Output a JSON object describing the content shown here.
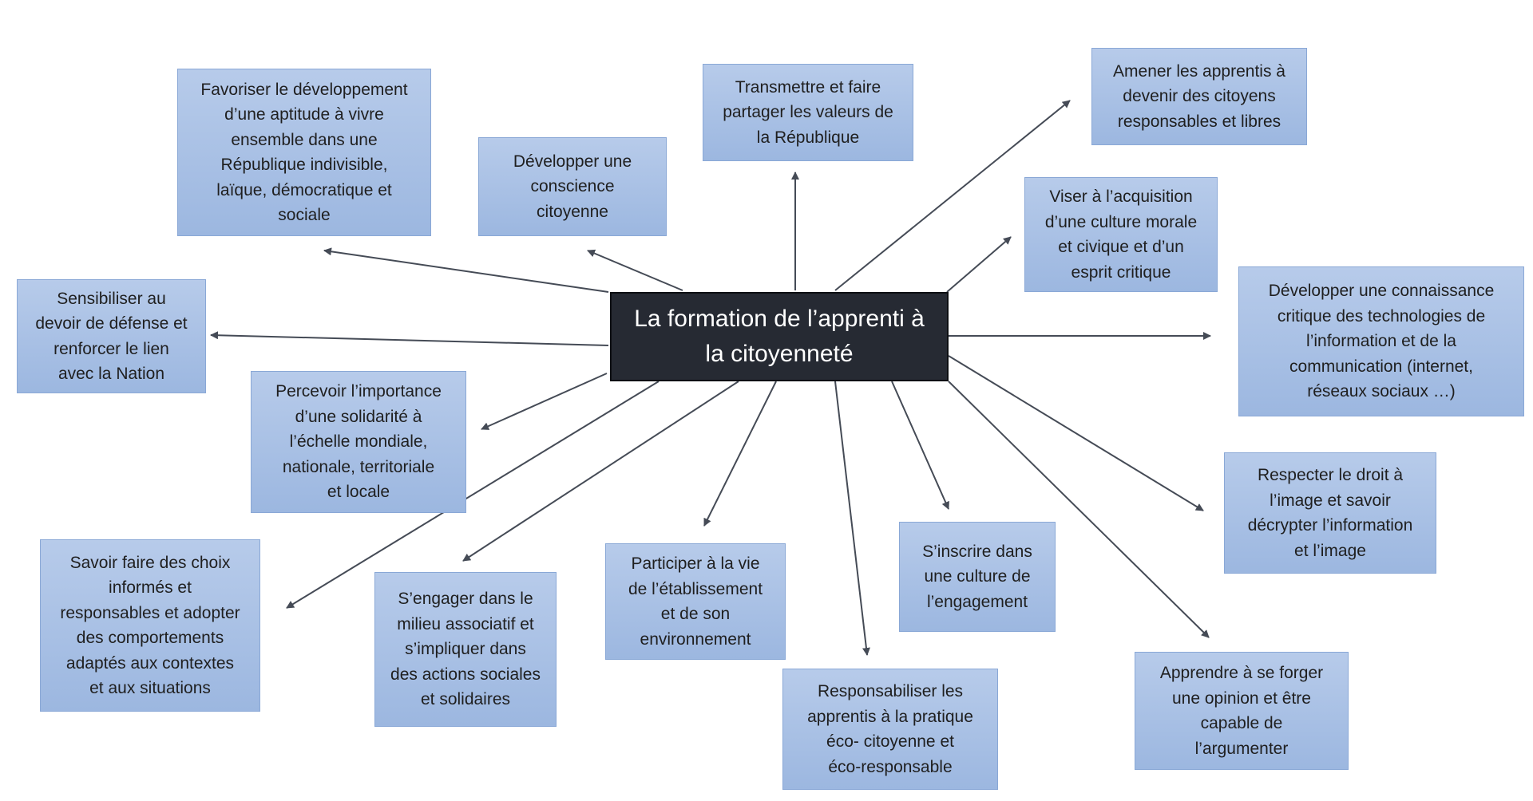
{
  "diagram": {
    "center_label": "La formation de l’apprenti à\nla citoyenneté",
    "nodes": [
      {
        "id": "vivre-ensemble",
        "text": "Favoriser le développement\nd’une aptitude à vivre\nensemble dans une\nRépublique indivisible,\nlaïque, démocratique et\nsociale"
      },
      {
        "id": "conscience-citoyenne",
        "text": "Développer une\nconscience\ncitoyenne"
      },
      {
        "id": "valeurs-republique",
        "text": "Transmettre et faire\npartager les valeurs de\nla République"
      },
      {
        "id": "citoyens-libres",
        "text": "Amener les apprentis à\ndevenir des citoyens\nresponsables et libres"
      },
      {
        "id": "culture-morale",
        "text": "Viser à l’acquisition\nd’une culture morale\net civique et d’un\nesprit critique"
      },
      {
        "id": "technologies",
        "text": "Développer une connaissance\ncritique des technologies de\nl’information et de la\ncommunication (internet,\nréseaux sociaux …)"
      },
      {
        "id": "droit-image",
        "text": "Respecter le droit à\nl’image et savoir\ndécrypter l’information\net l’image"
      },
      {
        "id": "opinion",
        "text": "Apprendre à se forger\nune opinion et être\ncapable de\nl’argumenter"
      },
      {
        "id": "culture-engagement",
        "text": "S’inscrire dans\nune culture de\nl’engagement"
      },
      {
        "id": "eco-citoyenne",
        "text": "Responsabiliser les\napprentis à la pratique\néco- citoyenne et\néco-responsable"
      },
      {
        "id": "vie-etablissement",
        "text": "Participer à la vie\nde l’établissement\net de son\nenvironnement"
      },
      {
        "id": "milieu-associatif",
        "text": "S’engager dans le\nmilieu associatif et\ns’impliquer dans\ndes actions sociales\net solidaires"
      },
      {
        "id": "choix-informes",
        "text": "Savoir faire des choix\ninformés et\nresponsables et adopter\ndes comportements\nadaptés aux contextes\net aux situations"
      },
      {
        "id": "solidarite",
        "text": "Percevoir l’importance\nd’une solidarité à\nl’échelle mondiale,\nnationale, territoriale\net locale"
      },
      {
        "id": "defense-nation",
        "text": "Sensibiliser au\ndevoir de défense et\nrenforcer le lien\navec la Nation"
      }
    ]
  },
  "colors": {
    "node_fill_top": "#b7cbea",
    "node_fill_bottom": "#9cb7e0",
    "node_border": "#8aa8d6",
    "center_fill": "#262a33",
    "arrow": "#454b56"
  }
}
